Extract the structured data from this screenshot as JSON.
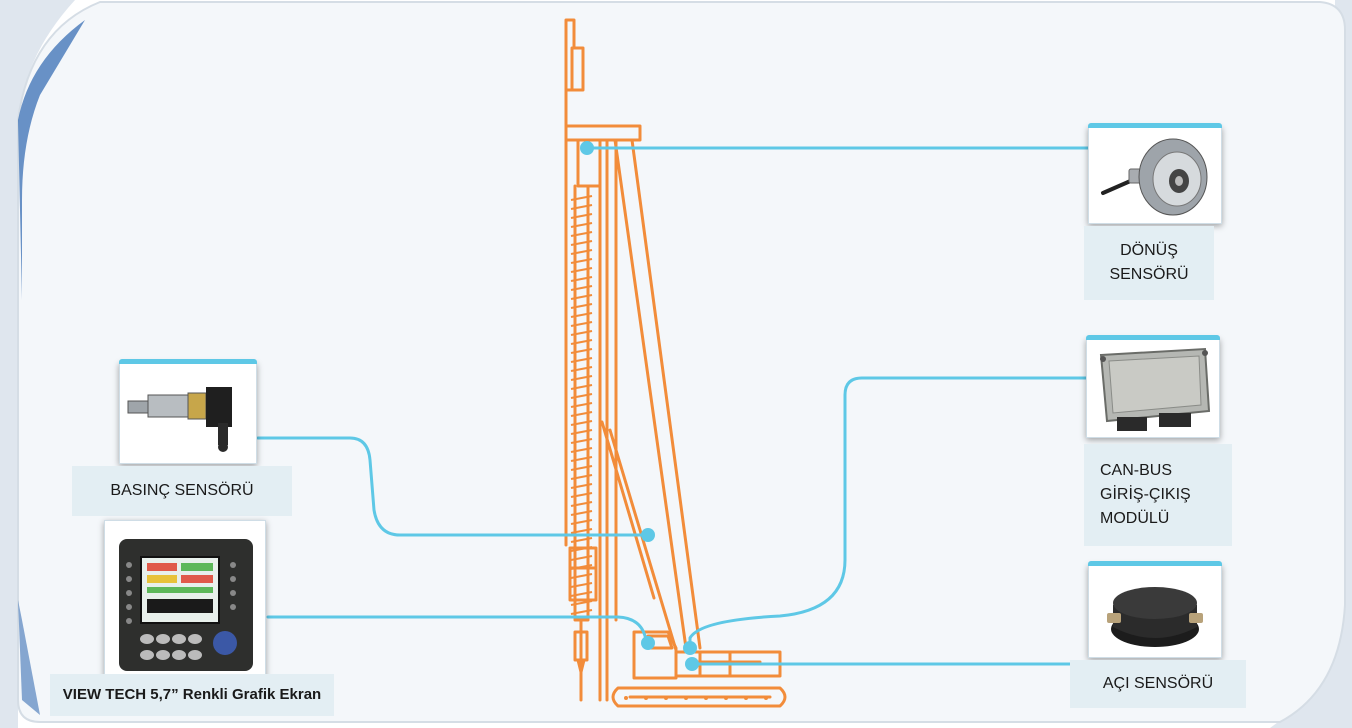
{
  "colors": {
    "rig": "#f28c3a",
    "connector": "#5ec8e6",
    "panel": "#f4f7fa",
    "label_bg": "#e3eef3",
    "frame_blue": "#3a6fb4"
  },
  "components": {
    "rotation_sensor": {
      "lines": [
        "DÖNÜŞ",
        "SENSÖRÜ"
      ],
      "icon": "rotary-encoder-photo"
    },
    "canbus_module": {
      "lines": [
        "CAN-BUS",
        "GİRİŞ-ÇIKIŞ",
        "MODÜLÜ"
      ],
      "icon": "io-module-photo"
    },
    "angle_sensor": {
      "lines": [
        "AÇI SENSÖRÜ"
      ],
      "icon": "inclinometer-photo"
    },
    "pressure_sensor": {
      "lines": [
        "BASINÇ SENSÖRÜ"
      ],
      "icon": "pressure-transducer-photo"
    },
    "display": {
      "lines": [
        "VIEW TECH  5,7” Renkli Grafik Ekran"
      ],
      "icon": "display-unit-photo"
    }
  },
  "rig_icon": "piling-rig-outline"
}
